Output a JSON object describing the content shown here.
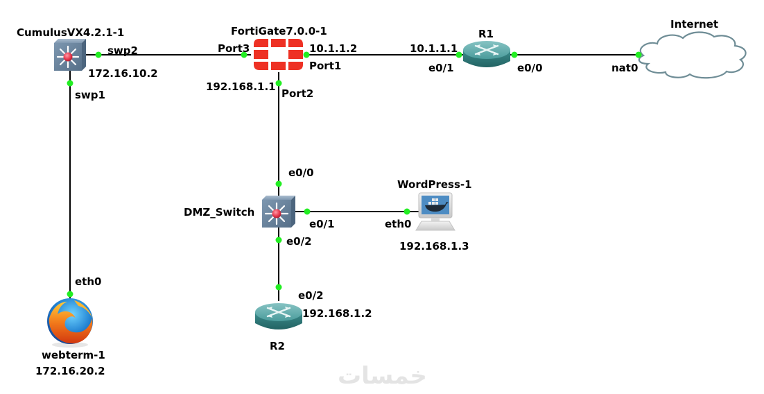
{
  "diagram": {
    "nodes": [
      {
        "id": "cumulus",
        "name": "CumulusVX4.2.1-1",
        "type": "multilayer-switch",
        "ip": "172.16.10.2"
      },
      {
        "id": "fortigate",
        "name": "FortiGate7.0.0-1",
        "type": "firewall"
      },
      {
        "id": "r1",
        "name": "R1",
        "type": "router"
      },
      {
        "id": "internet",
        "name": "Internet",
        "type": "cloud"
      },
      {
        "id": "dmz",
        "name": "DMZ_Switch",
        "type": "multilayer-switch"
      },
      {
        "id": "wordpress",
        "name": "WordPress-1",
        "type": "docker-host",
        "ip": "192.168.1.3"
      },
      {
        "id": "r2",
        "name": "R2",
        "type": "router",
        "ip": "192.168.1.2"
      },
      {
        "id": "webterm",
        "name": "webterm-1",
        "type": "firefox-webterm",
        "ip": "172.16.20.2"
      }
    ],
    "links": [
      {
        "from": "cumulus",
        "from_port": "swp2",
        "to": "fortigate",
        "to_port": "Port3"
      },
      {
        "from": "fortigate",
        "from_port": "Port1",
        "to": "r1",
        "to_port": "e0/1"
      },
      {
        "from": "r1",
        "from_port": "e0/0",
        "to": "internet",
        "to_port": "nat0"
      },
      {
        "from": "fortigate",
        "from_port": "Port2",
        "to": "dmz",
        "to_port": "e0/0"
      },
      {
        "from": "dmz",
        "from_port": "e0/1",
        "to": "wordpress",
        "to_port": "eth0"
      },
      {
        "from": "dmz",
        "from_port": "e0/2",
        "to": "r2",
        "to_port": "e0/2"
      },
      {
        "from": "cumulus",
        "from_port": "swp1",
        "to": "webterm",
        "to_port": "eth0"
      }
    ],
    "interface_ips": {
      "fortigate_port1": "10.1.1.2",
      "fortigate_port2": "192.168.1.1",
      "r1_e0_1": "10.1.1.1"
    },
    "colors": {
      "link": "#000000",
      "port_up": "#22ee22",
      "firewall": "#ee3124",
      "router": "#3c8c8c",
      "switch": "#6d8aa6",
      "cloud_stroke": "#6f8d96"
    },
    "watermark": "خمسات"
  }
}
